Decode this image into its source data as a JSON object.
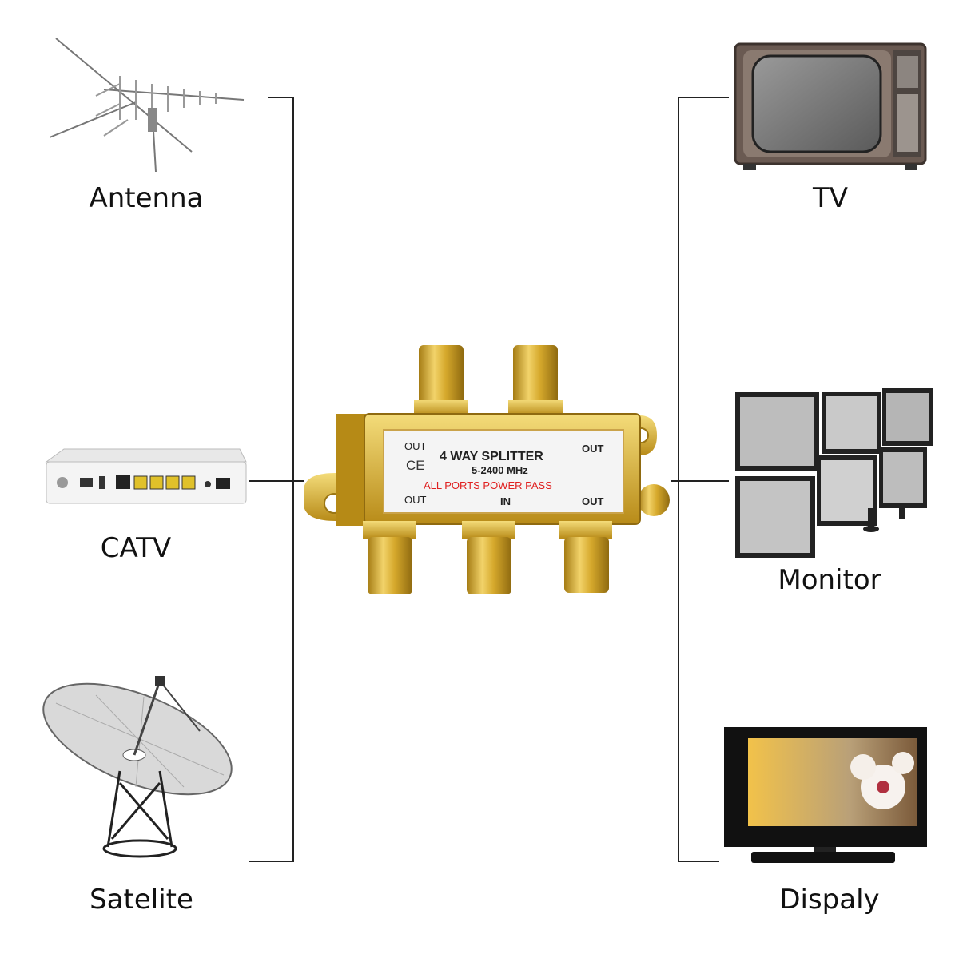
{
  "inputs": [
    {
      "label": "Antenna",
      "icon": "antenna-icon"
    },
    {
      "label": "CATV",
      "icon": "catv-modem-icon"
    },
    {
      "label": "Satelite",
      "icon": "satellite-dish-icon"
    }
  ],
  "outputs": [
    {
      "label": "TV",
      "icon": "crt-tv-icon"
    },
    {
      "label": "Monitor",
      "icon": "monitor-wall-icon"
    },
    {
      "label": "Dispaly",
      "icon": "flat-display-icon"
    }
  ],
  "splitter": {
    "title": "4 WAY SPLITTER",
    "freq": "5-2400 MHz",
    "power": "ALL PORTS POWER PASS",
    "ce": "CE",
    "out_tl": "OUT",
    "out_tr": "OUT",
    "out_bl": "OUT",
    "in": "IN",
    "out_br": "OUT"
  },
  "colors": {
    "gold": "#d8b13a",
    "red_text": "#e02020",
    "line": "#222222"
  }
}
